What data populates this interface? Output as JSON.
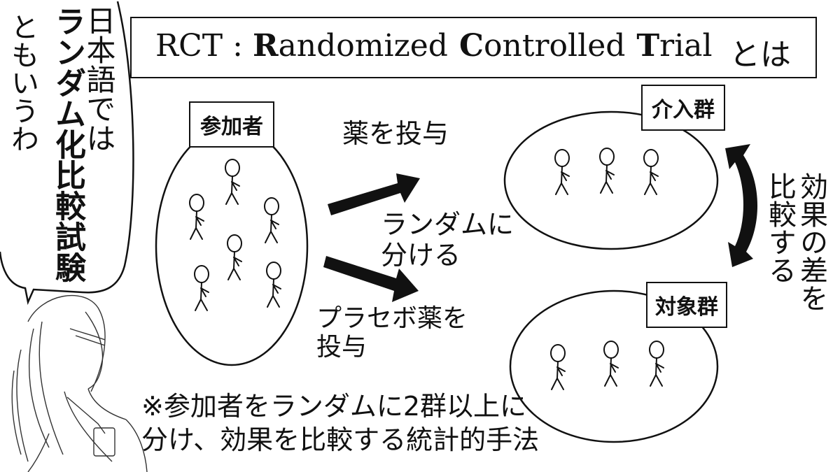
{
  "title": {
    "parts": [
      "RCT",
      ":",
      "R",
      "andomized",
      "C",
      "ontrolled",
      "T",
      "rial"
    ],
    "suffix": "とは"
  },
  "bubble": {
    "col1": "日本語では",
    "col2": "ランダム化比較試験",
    "col3": "ともいうわ"
  },
  "boxes": {
    "participants": "参加者",
    "intervention": "介入群",
    "control": "対象群"
  },
  "arrow_labels": {
    "drug": "薬を投与",
    "random_line1": "ランダムに",
    "random_line2": "分ける",
    "placebo_line1": "プラセボ薬を",
    "placebo_line2": "投与"
  },
  "compare": {
    "col1": "効果の差を",
    "col2": "比較する"
  },
  "footnote": {
    "line1": "※参加者をランダムに2群以上に",
    "line2": "分け、効果を比較する統計的手法"
  },
  "colors": {
    "ink": "#111111",
    "background": "#ffffff"
  }
}
